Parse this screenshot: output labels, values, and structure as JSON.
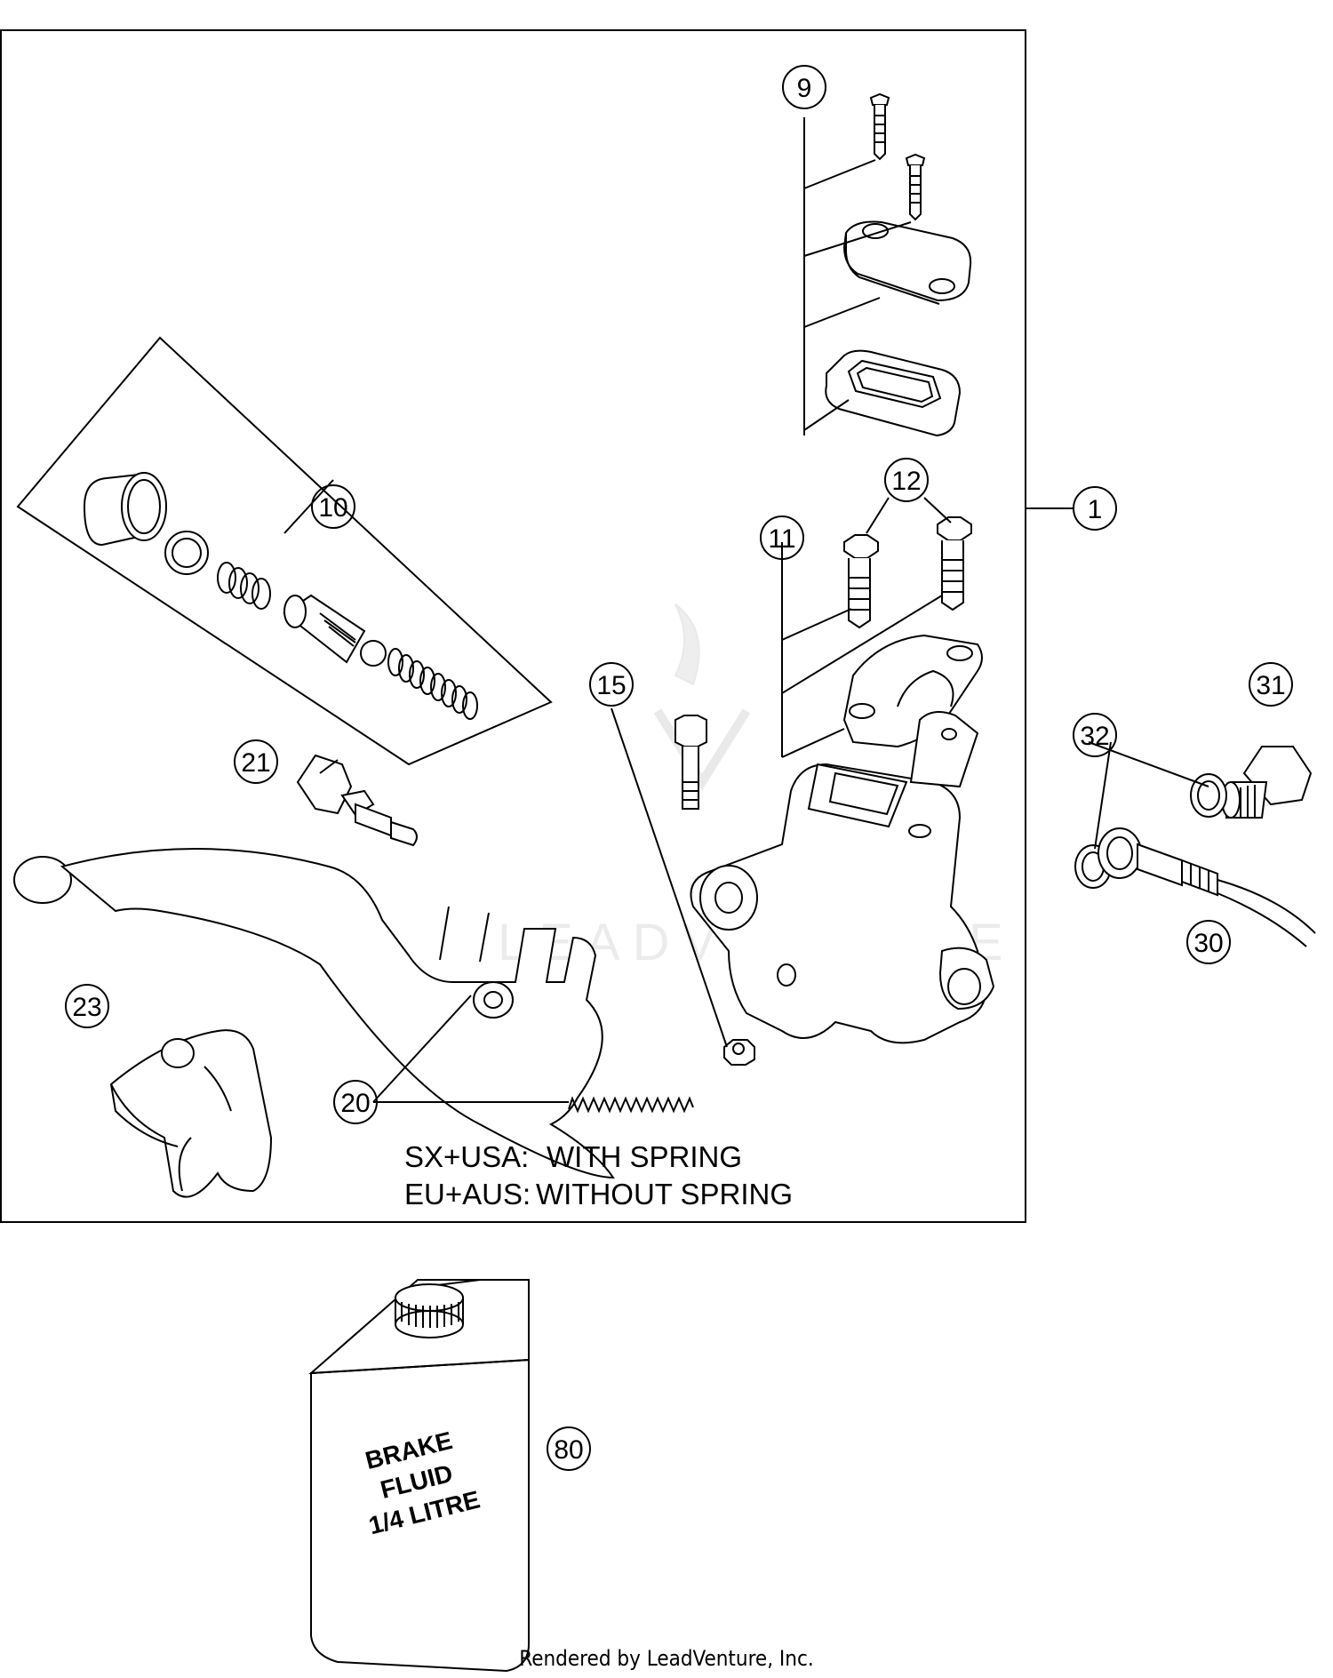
{
  "callouts": {
    "c1": "1",
    "c9": "9",
    "c10": "10",
    "c11": "11",
    "c12": "12",
    "c15": "15",
    "c20": "20",
    "c21": "21",
    "c23": "23",
    "c30": "30",
    "c31": "31",
    "c32": "32",
    "c80": "80"
  },
  "notes": {
    "line1_label": "SX+USA:",
    "line1_value": "WITH SPRING",
    "line2_label": "EU+AUS:",
    "line2_value": "WITHOUT SPRING"
  },
  "bottle": {
    "line1": "BRAKE",
    "line2": "FLUID",
    "line3": "1/4 LITRE"
  },
  "watermark": "LEADVENTURE",
  "footer": "Rendered by LeadVenture, Inc."
}
